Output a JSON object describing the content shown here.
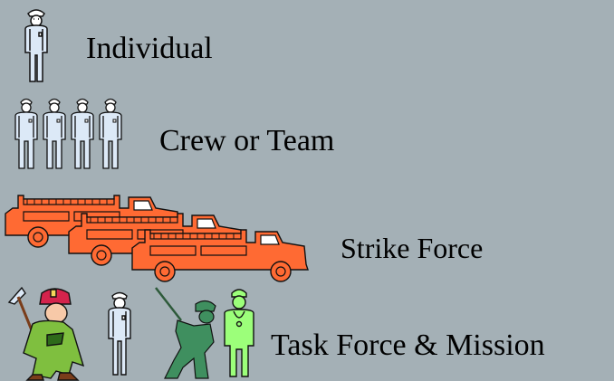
{
  "rows": {
    "individual": {
      "label": "Individual",
      "figure": "police-officer-icon"
    },
    "crew": {
      "label": "Crew or Team",
      "figure": "four-officers-icon"
    },
    "strike": {
      "label": "Strike Force",
      "figure": "fire-engines-icon"
    },
    "task": {
      "label": "Task Force & Mission",
      "figures": [
        "firefighter-icon",
        "police-officer-icon",
        "soldier-icon",
        "medic-icon"
      ]
    }
  },
  "colors": {
    "background": "#a4b0b6",
    "officer": "#dce9f7",
    "engine": "#ff6a33",
    "soldier": "#3f8f5f",
    "medic": "#9cff7a",
    "firefighter-coat": "#7fbf3f",
    "firefighter-helmet": "#d4234c"
  }
}
